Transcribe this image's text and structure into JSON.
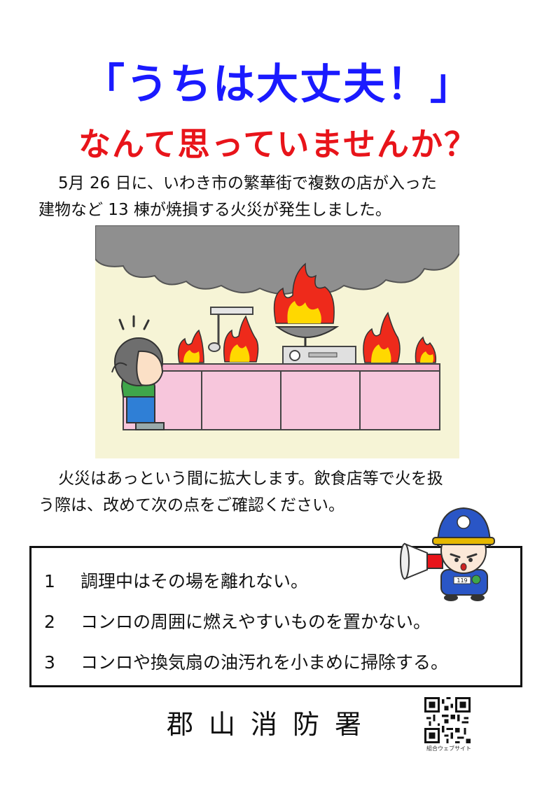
{
  "headline": {
    "line1": "「うちは大丈夫！」",
    "line2": "なんて思っていませんか？"
  },
  "intro": {
    "line1": "5月 26 日に、いわき市の繁華街で複数の店が入った",
    "line2": "建物など 13 棟が焼損する火災が発生しました。"
  },
  "notice": {
    "line1": "火災はあっという間に拡大します。飲食店等で火を扱",
    "line2": "う際は、改めて次の点をご確認ください。"
  },
  "checklist": [
    {
      "num": "1",
      "text": "調理中はその場を離れない。"
    },
    {
      "num": "2",
      "text": "コンロの周囲に燃えやすいものを置かない。"
    },
    {
      "num": "3",
      "text": "コンロや換気扇の油汚れを小まめに掃除する。"
    }
  ],
  "footer": {
    "organization": "郡山消防署",
    "qr_caption": "組合ウェブサイト"
  },
  "mascot": {
    "badge_number": "119"
  },
  "colors": {
    "title_blue": "#1a1aff",
    "title_red": "#e8141a",
    "cabinet_pink": "#f7c6dc",
    "smoke_gray": "#8f8f8f",
    "fire_red": "#ee2a1b",
    "fire_yellow": "#ffd800"
  },
  "icons": [
    "smoke-cloud",
    "flame",
    "frying-pan",
    "ladle",
    "stove",
    "kitchen-cabinet",
    "panicked-person",
    "firefighter-mascot",
    "megaphone",
    "qr-code"
  ]
}
